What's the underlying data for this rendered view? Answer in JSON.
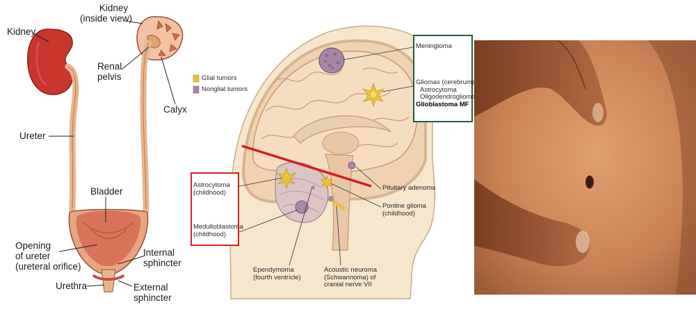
{
  "urinary": {
    "kidney": "Kidney",
    "kidney_inside_1": "Kidney",
    "kidney_inside_2": "(inside view)",
    "renal_1": "Renal",
    "renal_2": "pelvis",
    "calyx": "Calyx",
    "ureter": "Ureter",
    "bladder": "Bladder",
    "opening_1": "Opening",
    "opening_2": "of ureter",
    "opening_3": "(ureteral orifice)",
    "internal_1": "Internal",
    "internal_2": "sphincter",
    "urethra": "Urethra",
    "external_1": "External",
    "external_2": "sphincter"
  },
  "brain": {
    "legend_glial": "Glial tumors",
    "legend_nonglial": "Nonglial tumors",
    "meningioma": "Meningioma",
    "gliomas_1": "Gliomas (cerebrum)",
    "gliomas_2": "Astrocytoma",
    "gliomas_3": "Oligodendroglioma",
    "gliomas_4": "Glioblastoma MF",
    "astro_1": "Astrocytoma",
    "astro_2": "(childhood)",
    "medullo_1": "Medulloblastoma",
    "medullo_2": "(childhood)",
    "pituitary": "Pituitary adenoma",
    "pontine_1": "Pontine glioma",
    "pontine_2": "(childhood)",
    "ependy_1": "Ependymoma",
    "ependy_2": "(fourth ventricle)",
    "acoustic_1": "Acoustic neuroma",
    "acoustic_2": "(Schwannoma) of",
    "acoustic_3": "cranial nerve VII"
  },
  "colors": {
    "kidney": "#c8362e",
    "tract": "#e8b58c",
    "bladder": "#d9735a",
    "glial": "#e8c23a",
    "nonglial": "#a886a6",
    "frame_green": "#1f5e3a",
    "frame_red": "#d0201e",
    "skin": "#c98256"
  }
}
